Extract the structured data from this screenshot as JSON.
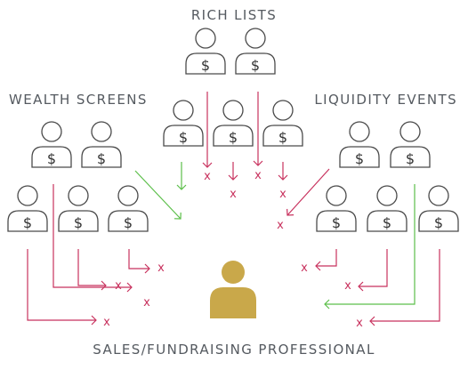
{
  "labels": {
    "rich_lists": "RICH LISTS",
    "wealth_screens": "WEALTH SCREENS",
    "liquidity_events": "LIQUIDITY EVENTS",
    "professional": "SALES/FUNDRAISING PROFESSIONAL"
  },
  "icons": {
    "prospect_symbol": "$",
    "reject_mark": "x"
  },
  "colors": {
    "reject_line": "#c8325e",
    "accept_line": "#5cbf4a",
    "professional": "#c9a84a",
    "icon_outline": "#4a4a4a",
    "label_text": "#555a60"
  }
}
